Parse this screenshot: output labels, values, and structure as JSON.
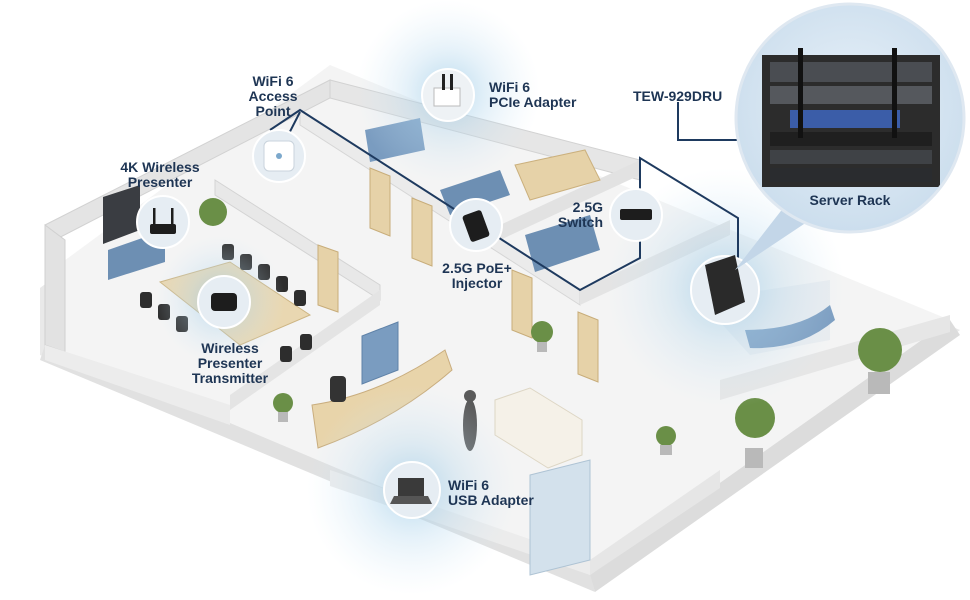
{
  "colors": {
    "label_text": "#1e3554",
    "wifi_signal": "#8fc4e3",
    "wall": "#f3f3f3",
    "floor": "#f0f0f0",
    "furniture_blue": "#6d8fb3",
    "wood": "#e6d2a8",
    "connection_line": "#1e3a5f"
  },
  "labels": {
    "wifi6_ap": [
      "WiFi 6",
      "Access",
      "Point"
    ],
    "pcie": [
      "WiFi 6",
      "PCIe Adapter"
    ],
    "rack_model": "TEW-929DRU",
    "presenter_4k": [
      "4K Wireless",
      "Presenter"
    ],
    "switch": [
      "2.5G",
      "Switch"
    ],
    "server_rack": "Server Rack",
    "poe": [
      "2.5G PoE+",
      "Injector"
    ],
    "transmitter": [
      "Wireless",
      "Presenter",
      "Transmitter"
    ],
    "usb": [
      "WiFi 6",
      "USB Adapter"
    ]
  },
  "icons": {
    "access_point": "access-point-icon",
    "pcie": "pcie-adapter-icon",
    "presenter": "wireless-presenter-icon",
    "transmitter": "presenter-transmitter-icon",
    "poe": "poe-injector-icon",
    "switch": "network-switch-icon",
    "server": "server-cabinet-icon",
    "usb": "laptop-usb-adapter-icon",
    "rack": "server-rack-photo"
  }
}
